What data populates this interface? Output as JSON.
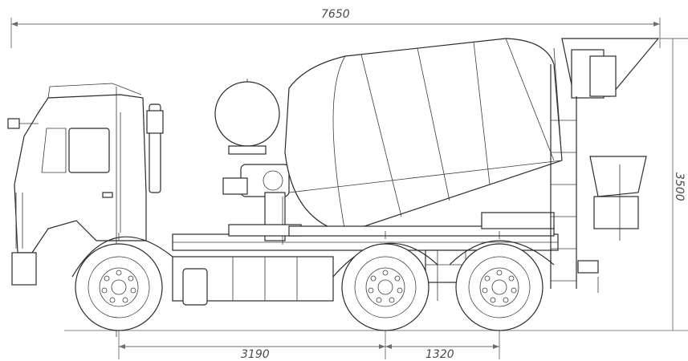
{
  "dimensions": {
    "overall_length": "7650",
    "overall_height": "3500",
    "wheelbase_front": "3190",
    "wheelbase_rear": "1320"
  }
}
